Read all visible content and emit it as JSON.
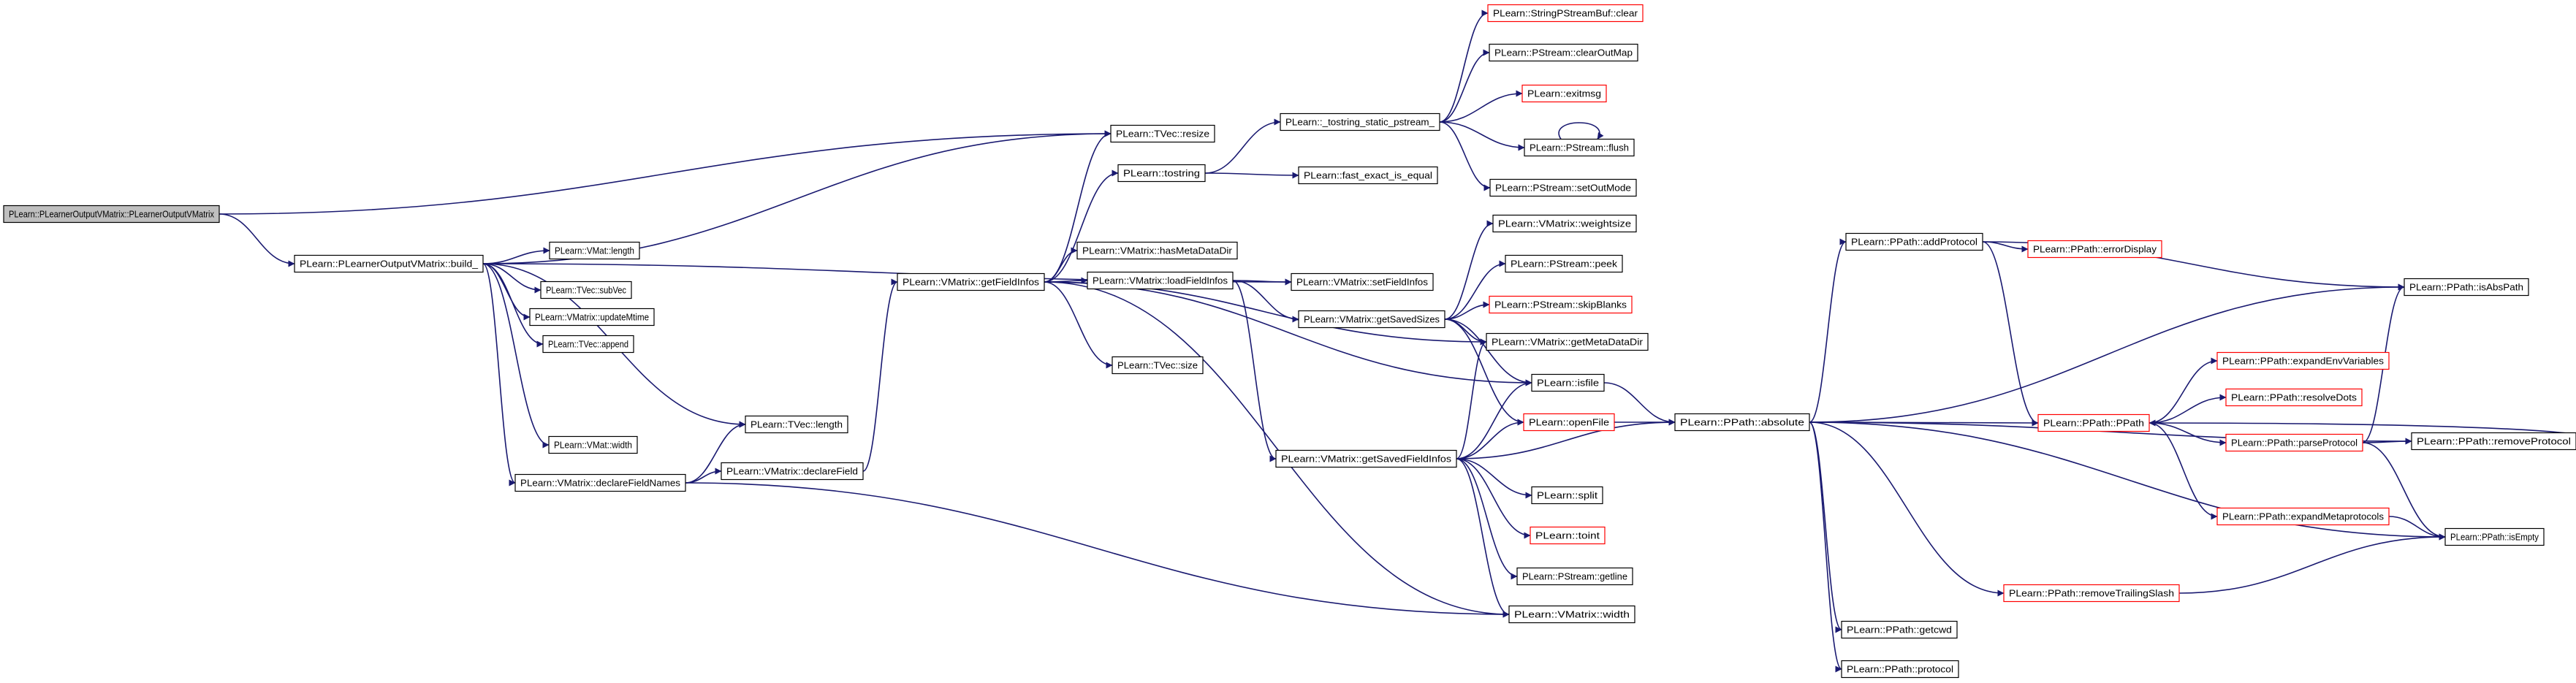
{
  "colors": {
    "edge": "#191970",
    "node_border": "#000000",
    "node_border_truncated": "#ff0000",
    "root_fill": "#bfbfbf",
    "node_fill": "#ffffff",
    "text": "#000000"
  },
  "nodes": [
    {
      "id": "root",
      "label": "PLearn::PLearnerOutputVMatrix::PLearnerOutputVMatrix",
      "style": "root"
    },
    {
      "id": "build",
      "label": "PLearn::PLearnerOutputVMatrix::build_",
      "style": "normal"
    },
    {
      "id": "tvec_resize",
      "label": "PLearn::TVec::resize",
      "style": "normal"
    },
    {
      "id": "vmat_length",
      "label": "PLearn::VMat::length",
      "style": "normal"
    },
    {
      "id": "tvec_subvec",
      "label": "PLearn::TVec::subVec",
      "style": "normal"
    },
    {
      "id": "update_mtime",
      "label": "PLearn::VMatrix::updateMtime",
      "style": "normal"
    },
    {
      "id": "tvec_append",
      "label": "PLearn::TVec::append",
      "style": "normal"
    },
    {
      "id": "tvec_length",
      "label": "PLearn::TVec::length",
      "style": "normal"
    },
    {
      "id": "vmat_width",
      "label": "PLearn::VMat::width",
      "style": "normal"
    },
    {
      "id": "declare_field_names",
      "label": "PLearn::VMatrix::declareFieldNames",
      "style": "normal"
    },
    {
      "id": "declare_field",
      "label": "PLearn::VMatrix::declareField",
      "style": "normal"
    },
    {
      "id": "get_field_infos",
      "label": "PLearn::VMatrix::getFieldInfos",
      "style": "normal"
    },
    {
      "id": "tostring",
      "label": "PLearn::tostring",
      "style": "normal"
    },
    {
      "id": "has_metadatadir",
      "label": "PLearn::VMatrix::hasMetaDataDir",
      "style": "normal"
    },
    {
      "id": "load_field_infos",
      "label": "PLearn::VMatrix::loadFieldInfos",
      "style": "normal"
    },
    {
      "id": "tvec_size",
      "label": "PLearn::TVec::size",
      "style": "normal"
    },
    {
      "id": "tostring_static",
      "label": "PLearn::_tostring_static_pstream_",
      "style": "normal"
    },
    {
      "id": "fast_exact",
      "label": "PLearn::fast_exact_is_equal",
      "style": "normal"
    },
    {
      "id": "set_field_infos",
      "label": "PLearn::VMatrix::setFieldInfos",
      "style": "normal"
    },
    {
      "id": "get_saved_sizes",
      "label": "PLearn::VMatrix::getSavedSizes",
      "style": "normal"
    },
    {
      "id": "get_saved_field_infos",
      "label": "PLearn::VMatrix::getSavedFieldInfos",
      "style": "normal"
    },
    {
      "id": "spbuf_clear",
      "label": "PLearn::StringPStreamBuf::clear",
      "style": "truncated"
    },
    {
      "id": "clear_out_map",
      "label": "PLearn::PStream::clearOutMap",
      "style": "normal"
    },
    {
      "id": "exitmsg",
      "label": "PLearn::exitmsg",
      "style": "truncated"
    },
    {
      "id": "pstream_flush",
      "label": "PLearn::PStream::flush",
      "style": "normal"
    },
    {
      "id": "set_out_mode",
      "label": "PLearn::PStream::setOutMode",
      "style": "normal"
    },
    {
      "id": "weightsize",
      "label": "PLearn::VMatrix::weightsize",
      "style": "normal"
    },
    {
      "id": "peek",
      "label": "PLearn::PStream::peek",
      "style": "normal"
    },
    {
      "id": "skip_blanks",
      "label": "PLearn::PStream::skipBlanks",
      "style": "truncated"
    },
    {
      "id": "get_metadatadir",
      "label": "PLearn::VMatrix::getMetaDataDir",
      "style": "normal"
    },
    {
      "id": "isfile",
      "label": "PLearn::isfile",
      "style": "normal"
    },
    {
      "id": "open_file",
      "label": "PLearn::openFile",
      "style": "truncated"
    },
    {
      "id": "split",
      "label": "PLearn::split",
      "style": "normal"
    },
    {
      "id": "toint",
      "label": "PLearn::toint",
      "style": "truncated"
    },
    {
      "id": "getline",
      "label": "PLearn::PStream::getline",
      "style": "normal"
    },
    {
      "id": "vmatrix_width",
      "label": "PLearn::VMatrix::width",
      "style": "normal"
    },
    {
      "id": "absolute",
      "label": "PLearn::PPath::absolute",
      "style": "normal"
    },
    {
      "id": "add_protocol",
      "label": "PLearn::PPath::addProtocol",
      "style": "normal"
    },
    {
      "id": "error_display",
      "label": "PLearn::PPath::errorDisplay",
      "style": "truncated"
    },
    {
      "id": "ppath",
      "label": "PLearn::PPath::PPath",
      "style": "truncated"
    },
    {
      "id": "remove_trailing_slash",
      "label": "PLearn::PPath::removeTrailingSlash",
      "style": "truncated"
    },
    {
      "id": "getcwd",
      "label": "PLearn::PPath::getcwd",
      "style": "normal"
    },
    {
      "id": "protocol",
      "label": "PLearn::PPath::protocol",
      "style": "normal"
    },
    {
      "id": "expand_env",
      "label": "PLearn::PPath::expandEnvVariables",
      "style": "truncated"
    },
    {
      "id": "resolve_dots",
      "label": "PLearn::PPath::resolveDots",
      "style": "truncated"
    },
    {
      "id": "parse_protocol",
      "label": "PLearn::PPath::parseProtocol",
      "style": "truncated"
    },
    {
      "id": "expand_meta",
      "label": "PLearn::PPath::expandMetaprotocols",
      "style": "truncated"
    },
    {
      "id": "is_abs_path",
      "label": "PLearn::PPath::isAbsPath",
      "style": "normal"
    },
    {
      "id": "remove_protocol",
      "label": "PLearn::PPath::removeProtocol",
      "style": "normal"
    },
    {
      "id": "is_empty",
      "label": "PLearn::PPath::isEmpty",
      "style": "normal"
    }
  ],
  "edges": [
    [
      "root",
      "build"
    ],
    [
      "root",
      "tvec_resize"
    ],
    [
      "build",
      "tvec_resize"
    ],
    [
      "build",
      "vmat_length"
    ],
    [
      "build",
      "tvec_subvec"
    ],
    [
      "build",
      "update_mtime"
    ],
    [
      "build",
      "tvec_append"
    ],
    [
      "build",
      "tvec_length"
    ],
    [
      "build",
      "vmat_width"
    ],
    [
      "build",
      "declare_field_names"
    ],
    [
      "build",
      "set_field_infos"
    ],
    [
      "declare_field_names",
      "tvec_length"
    ],
    [
      "declare_field_names",
      "declare_field"
    ],
    [
      "declare_field_names",
      "vmatrix_width"
    ],
    [
      "declare_field",
      "get_field_infos"
    ],
    [
      "get_field_infos",
      "tvec_resize"
    ],
    [
      "get_field_infos",
      "tostring"
    ],
    [
      "get_field_infos",
      "has_metadatadir"
    ],
    [
      "get_field_infos",
      "load_field_infos"
    ],
    [
      "get_field_infos",
      "tvec_size"
    ],
    [
      "get_field_infos",
      "get_metadatadir"
    ],
    [
      "get_field_infos",
      "isfile"
    ],
    [
      "get_field_infos",
      "vmatrix_width"
    ],
    [
      "tostring",
      "tostring_static"
    ],
    [
      "tostring",
      "fast_exact"
    ],
    [
      "tostring_static",
      "spbuf_clear"
    ],
    [
      "tostring_static",
      "clear_out_map"
    ],
    [
      "tostring_static",
      "exitmsg"
    ],
    [
      "tostring_static",
      "pstream_flush"
    ],
    [
      "tostring_static",
      "set_out_mode"
    ],
    [
      "pstream_flush",
      "pstream_flush"
    ],
    [
      "load_field_infos",
      "set_field_infos"
    ],
    [
      "load_field_infos",
      "get_saved_sizes"
    ],
    [
      "load_field_infos",
      "get_saved_field_infos"
    ],
    [
      "get_saved_sizes",
      "weightsize"
    ],
    [
      "get_saved_sizes",
      "peek"
    ],
    [
      "get_saved_sizes",
      "skip_blanks"
    ],
    [
      "get_saved_sizes",
      "get_metadatadir"
    ],
    [
      "get_saved_sizes",
      "isfile"
    ],
    [
      "get_saved_sizes",
      "open_file"
    ],
    [
      "get_saved_field_infos",
      "get_metadatadir"
    ],
    [
      "get_saved_field_infos",
      "isfile"
    ],
    [
      "get_saved_field_infos",
      "open_file"
    ],
    [
      "get_saved_field_infos",
      "absolute"
    ],
    [
      "get_saved_field_infos",
      "split"
    ],
    [
      "get_saved_field_infos",
      "toint"
    ],
    [
      "get_saved_field_infos",
      "getline"
    ],
    [
      "get_saved_field_infos",
      "vmatrix_width"
    ],
    [
      "isfile",
      "absolute"
    ],
    [
      "open_file",
      "absolute"
    ],
    [
      "absolute",
      "add_protocol"
    ],
    [
      "absolute",
      "is_abs_path"
    ],
    [
      "absolute",
      "ppath"
    ],
    [
      "absolute",
      "remove_protocol"
    ],
    [
      "absolute",
      "is_empty"
    ],
    [
      "absolute",
      "remove_trailing_slash"
    ],
    [
      "absolute",
      "getcwd"
    ],
    [
      "absolute",
      "protocol"
    ],
    [
      "add_protocol",
      "error_display"
    ],
    [
      "add_protocol",
      "ppath"
    ],
    [
      "add_protocol",
      "is_abs_path"
    ],
    [
      "ppath",
      "expand_env"
    ],
    [
      "ppath",
      "resolve_dots"
    ],
    [
      "ppath",
      "parse_protocol"
    ],
    [
      "ppath",
      "expand_meta"
    ],
    [
      "parse_protocol",
      "is_abs_path"
    ],
    [
      "parse_protocol",
      "remove_protocol"
    ],
    [
      "parse_protocol",
      "is_empty"
    ],
    [
      "remove_protocol",
      "ppath"
    ],
    [
      "expand_meta",
      "is_empty"
    ],
    [
      "remove_trailing_slash",
      "is_empty"
    ]
  ]
}
